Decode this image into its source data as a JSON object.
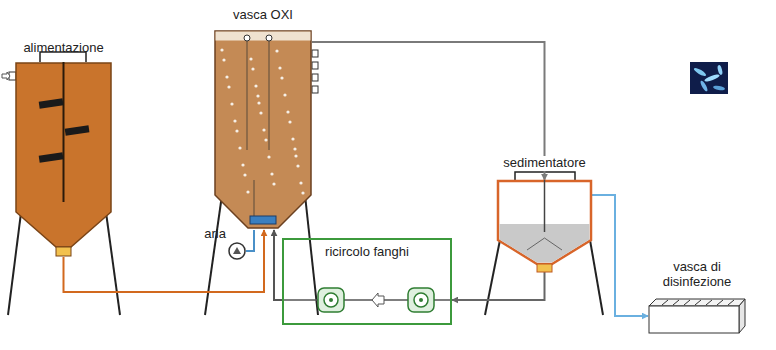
{
  "diagram": {
    "nodes": [
      {
        "text": [
          "alimentazione"
        ]
      },
      {
        "text": [
          "vasca OXI"
        ]
      },
      {
        "text": [
          "aria"
        ]
      },
      {
        "text": [
          "ricircolo fanghi"
        ]
      },
      {
        "text": [
          "sedimentatore"
        ]
      },
      {
        "text": [
          "vasca di disinfezione"
        ]
      }
    ],
    "edges": [
      {
        "from": 0,
        "to": 1,
        "arrow": "to"
      },
      {
        "from": 2,
        "to": 1,
        "arrow": "none"
      },
      {
        "from": 1,
        "to": 4,
        "arrow": "to"
      },
      {
        "from": 4,
        "to": 3,
        "arrow": "to"
      },
      {
        "from": 3,
        "to": 1,
        "arrow": "to"
      },
      {
        "from": 4,
        "to": 5,
        "arrow": "to"
      }
    ]
  }
}
